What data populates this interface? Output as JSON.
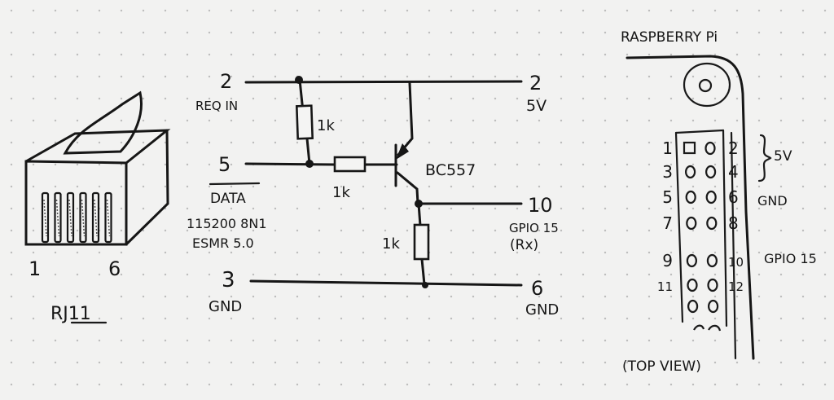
{
  "colors": {
    "paper": "#f2f2f1",
    "ink": "#161616",
    "grid_dot": "#bdbdbd"
  },
  "rj11": {
    "title": "RJ11",
    "pin_first": "1",
    "pin_last": "6",
    "pin_count": 6,
    "icon": "rj11-connector-icon"
  },
  "circuit": {
    "left_terminals": [
      {
        "pin": "2",
        "label": "REQ IN"
      },
      {
        "pin": "5",
        "label": "DATA",
        "overline": true
      },
      {
        "pin": "3",
        "label": "GND"
      }
    ],
    "notes": [
      "115200 8N1",
      "ESMR 5.0"
    ],
    "right_terminals": [
      {
        "pin": "2",
        "label": "5V"
      },
      {
        "pin": "10",
        "label": "GPIO 15",
        "sublabel": "(Rx)"
      },
      {
        "pin": "6",
        "label": "GND"
      }
    ],
    "resistors": [
      {
        "id": "r-pullup",
        "value": "1k"
      },
      {
        "id": "r-base",
        "value": "1k"
      },
      {
        "id": "r-pulldown",
        "value": "1k"
      }
    ],
    "transistor": {
      "part": "BC557",
      "type": "PNP"
    }
  },
  "raspberry_pi": {
    "title": "RASPBERRY Pi",
    "view_note": "(TOP VIEW)",
    "header_rows": [
      {
        "left": "1",
        "right": "2"
      },
      {
        "left": "3",
        "right": "4"
      },
      {
        "left": "5",
        "right": "6"
      },
      {
        "left": "7",
        "right": "8"
      },
      {
        "left": "9",
        "right": "10"
      },
      {
        "left": "11",
        "right": "12"
      },
      {
        "left": "",
        "right": ""
      }
    ],
    "annotations": [
      {
        "pins": "2-4",
        "label": "5V"
      },
      {
        "pins": "6",
        "label": "GND"
      },
      {
        "pins": "10",
        "label": "GPIO 15"
      }
    ]
  }
}
